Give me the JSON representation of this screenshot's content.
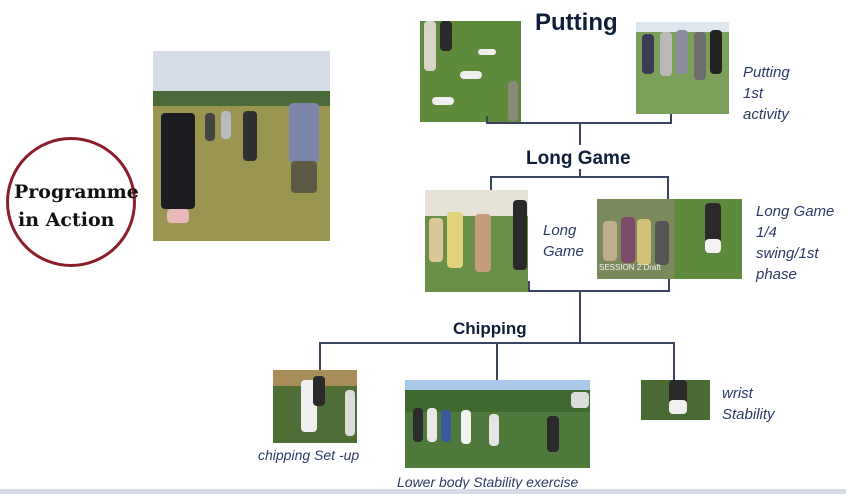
{
  "badge": {
    "line1": "Programme",
    "line2": "in Action"
  },
  "sections": {
    "putting": "Putting",
    "long_game": "Long Game",
    "chipping": "Chipping"
  },
  "captions": {
    "putting_first": {
      "l1": "Putting",
      "l2": "1st",
      "l3": "activity"
    },
    "long_game": {
      "l1": "Long",
      "l2": "Game"
    },
    "long_game_quarter": {
      "l1": "Long Game",
      "l2": "1/4",
      "l3": "swing/1st",
      "l4": "phase"
    },
    "wrist": {
      "l1": "wrist",
      "l2": "Stability"
    },
    "chipping_setup": "chipping Set -up",
    "lower_body": "Lower body Stability exercise"
  },
  "photo_overlay_text": "SESSION 2 Draft",
  "colors": {
    "badge_ring": "#8b1e2a",
    "heading": "#0f1f3a",
    "caption": "#2c3a66",
    "connector": "#3a4462"
  }
}
